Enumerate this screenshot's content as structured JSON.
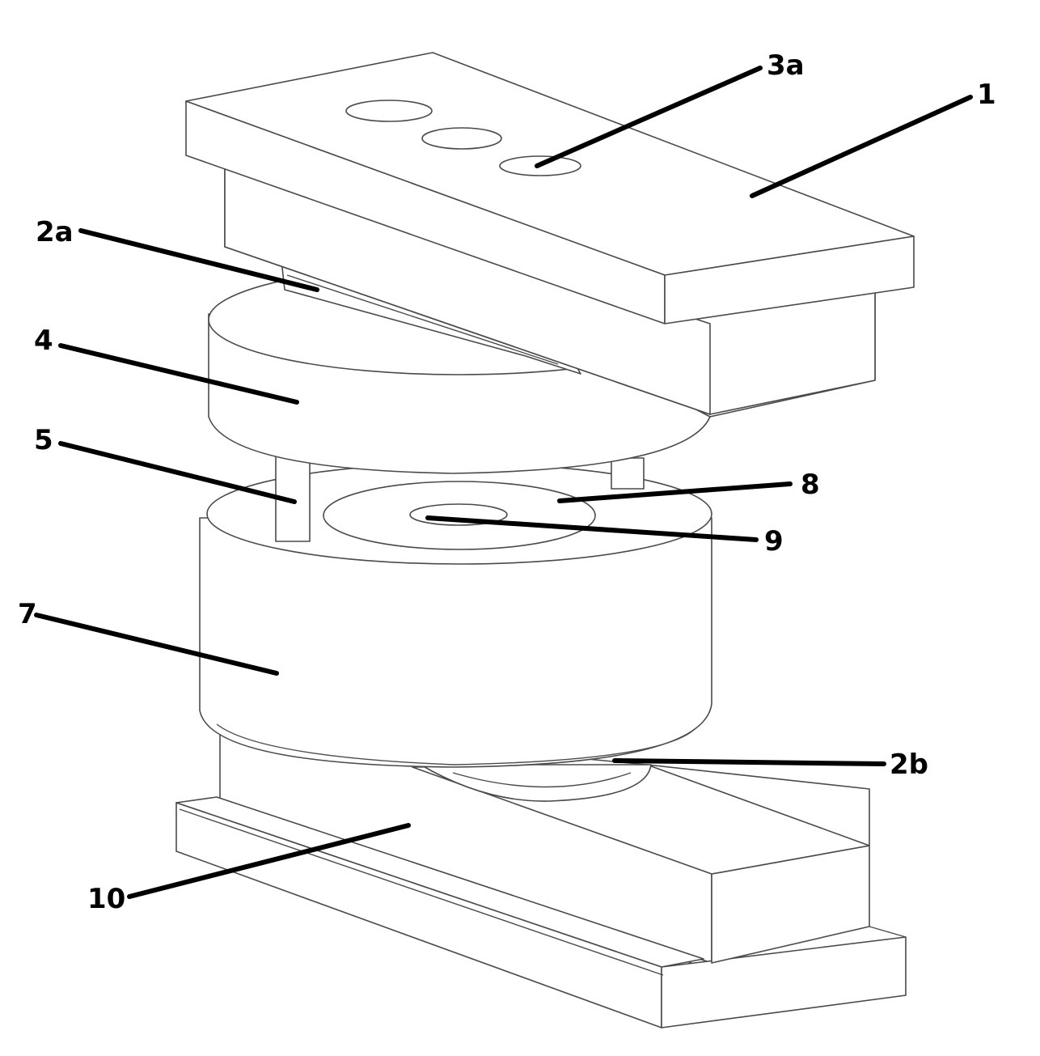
{
  "labels": {
    "l1": "1",
    "l2a": "2a",
    "l2b": "2b",
    "l3a": "3a",
    "l4": "4",
    "l5": "5",
    "l7": "7",
    "l8": "8",
    "l9": "9",
    "l10": "10"
  }
}
